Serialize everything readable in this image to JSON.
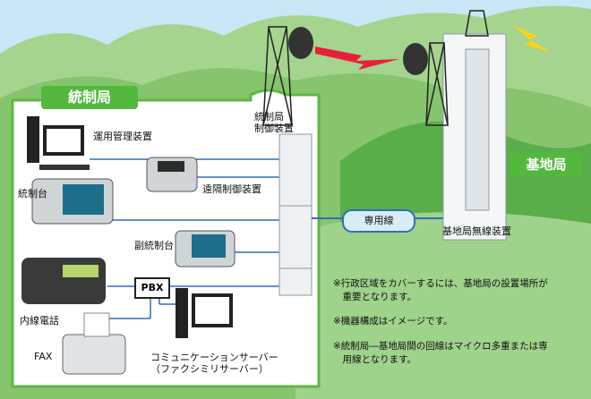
{
  "hq": {
    "title": "統制局",
    "control_unit": [
      "統制局",
      "制御装置"
    ],
    "devices": {
      "operation_manager": "運用管理装置",
      "remote_control": "遠隔制御装置",
      "console": "統制台",
      "sub_console": "副統制台",
      "extension_phone": "内線電話",
      "pbx": "PBX",
      "fax": "FAX",
      "comm_server": [
        "コミュニケーションサーバー",
        "（ファクシミリサーバー）"
      ]
    }
  },
  "base_station": {
    "title": "基地局",
    "radio_unit": "基地局無線装置"
  },
  "link": {
    "leased_line": "専用線"
  },
  "notes": [
    [
      "※行政区域をカバーするには、基地局の設置場所が",
      "　重要となります。"
    ],
    [
      "※機器構成はイメージです。"
    ],
    [
      "※統制局―基地局間の回線はマイクロ多重または専",
      "　用線となります。"
    ]
  ],
  "colors": {
    "sky": "#c8e6f5",
    "mountain": "#86c46e",
    "hill": "#5aae4a",
    "panel_border": "#5cb845",
    "brand_green": "#54b83e",
    "line_blue": "#2f6fb8",
    "bolt_red": "#e8203a",
    "bolt_yellow": "#ffd21a"
  },
  "icons": [
    "antenna-tower-icon",
    "dish-antenna-icon",
    "lightning-icon",
    "desktop-pc-icon",
    "phone-icon",
    "fax-icon"
  ]
}
